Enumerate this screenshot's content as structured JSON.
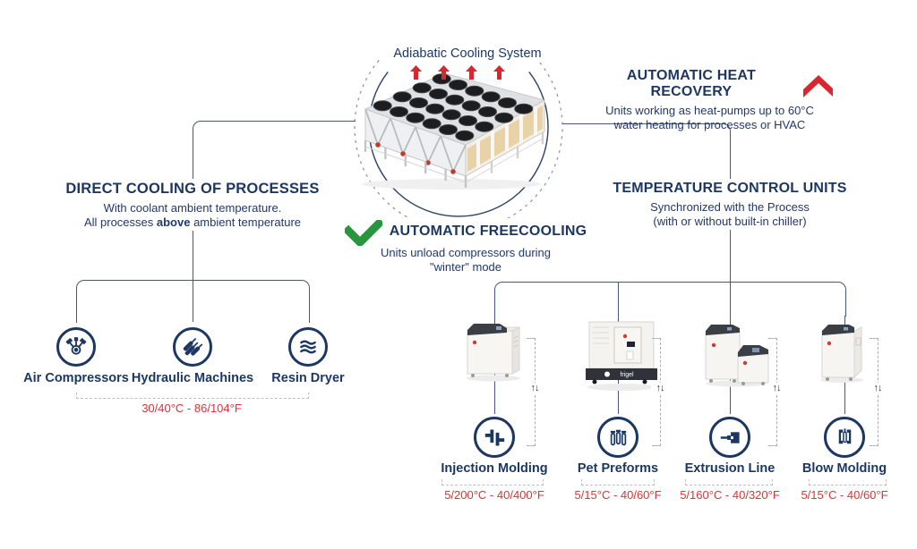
{
  "palette": {
    "navy": "#1d3763",
    "red": "#d7282f",
    "red_text": "#d93439",
    "green": "#27963c",
    "line": "#46597c"
  },
  "cooling_system": {
    "title": "Adiabatic Cooling System"
  },
  "heat_recovery": {
    "title": "AUTOMATIC HEAT RECOVERY",
    "desc1": "Units working as heat-pumps up to 60°C",
    "desc2": "water heating for processes or HVAC"
  },
  "freecooling": {
    "title": "AUTOMATIC FREECOOLING",
    "desc1": "Units unload compressors during",
    "desc2": "\"winter\" mode"
  },
  "direct_cooling": {
    "title": "DIRECT COOLING OF PROCESSES",
    "desc1": "With coolant ambient temperature.",
    "desc2_pre": "All processes ",
    "desc2_bold": "above",
    "desc2_post": " ambient temperature",
    "temp_range": "30/40°C - 86/104°F",
    "items": [
      {
        "label": "Air Compressors"
      },
      {
        "label": "Hydraulic Machines"
      },
      {
        "label": "Resin Dryer"
      }
    ]
  },
  "temperature_control": {
    "title": "TEMPERATURE CONTROL UNITS",
    "desc1": "Synchronized with the Process",
    "desc2": "(with or without built-in chiller)",
    "items": [
      {
        "label": "Injection Molding",
        "temp_range": "5/200°C - 40/400°F"
      },
      {
        "label": "Pet Preforms",
        "temp_range": "5/15°C - 40/60°F"
      },
      {
        "label": "Extrusion Line",
        "temp_range": "5/160°C - 40/320°F"
      },
      {
        "label": "Blow Molding",
        "temp_range": "5/15°C - 40/60°F"
      }
    ]
  },
  "machine_brand": "frigel",
  "updown_arrows": "↑↓"
}
